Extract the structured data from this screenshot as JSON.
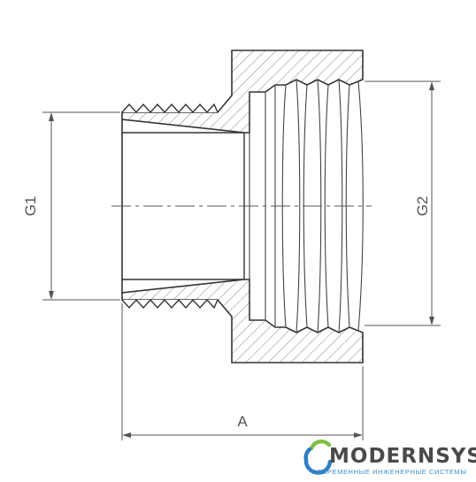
{
  "dimensions": {
    "left_diameter": "G1",
    "right_diameter": "G2",
    "length": "A"
  },
  "logo": {
    "name": "MODERNSYS",
    "tagline": "СОВРЕМЕННЫЕ ИНЖЕНЕРНЫЕ СИСТЕМЫ",
    "colors": {
      "ring_green": "#7cc142",
      "ring_blue": "#2f7fc4",
      "text": "#4a4a4a",
      "tagline": "#3a8fd0"
    }
  },
  "colors": {
    "outline": "#333333",
    "hatch": "#888888",
    "dimension": "#555555"
  }
}
